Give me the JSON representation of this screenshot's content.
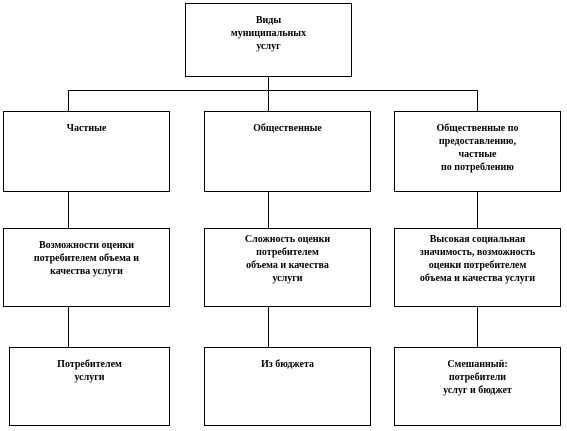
{
  "diagram": {
    "root": {
      "label": "Виды\nмуниципальных\nуслуг"
    },
    "columns": [
      {
        "type": "Частные",
        "evaluation": "Возможности оценки\nпотребителем объема и\nкачества услуги",
        "payer": "Потребителем\nуслуги"
      },
      {
        "type": "Общественные",
        "evaluation": "Сложность оценки\nпотребителем\nобъема и качества\nуслуги",
        "payer": "Из бюджета"
      },
      {
        "type": "Общественные по\nпредоставлению,\nчастные\nпо потреблению",
        "evaluation": "Высокая социальная\nзначимость, возможность\nоценки потребителем\nобъема и качества услуги",
        "payer": "Смешанный:\nпотребители\nуслуг и бюджет"
      }
    ],
    "edges": [
      {
        "from": "root",
        "to": "columns.0.type"
      },
      {
        "from": "root",
        "to": "columns.1.type"
      },
      {
        "from": "root",
        "to": "columns.2.type"
      },
      {
        "from": "columns.0.type",
        "to": "columns.0.evaluation"
      },
      {
        "from": "columns.1.type",
        "to": "columns.1.evaluation"
      },
      {
        "from": "columns.2.type",
        "to": "columns.2.evaluation"
      },
      {
        "from": "columns.0.evaluation",
        "to": "columns.0.payer"
      },
      {
        "from": "columns.1.evaluation",
        "to": "columns.1.payer"
      },
      {
        "from": "columns.2.evaluation",
        "to": "columns.2.payer"
      }
    ],
    "colors": {
      "line": "#000000",
      "box_border": "#000000",
      "background": "#ffffff"
    }
  }
}
